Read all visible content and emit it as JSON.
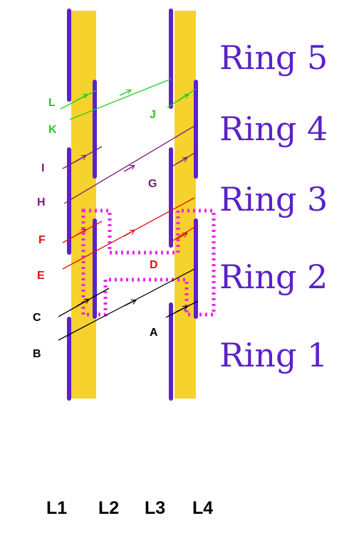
{
  "colors": {
    "band": "#f5d22c",
    "bar": "#5a22c8",
    "loop": "#ee22ee",
    "green": "#22cc22",
    "purple": "#7a1a7a",
    "red": "#dd1111",
    "black": "#000000"
  },
  "rings": [
    {
      "label": "Ring 5"
    },
    {
      "label": "Ring 4"
    },
    {
      "label": "Ring 3"
    },
    {
      "label": "Ring 2"
    },
    {
      "label": "Ring 1"
    }
  ],
  "lanes": [
    {
      "label": "L1"
    },
    {
      "label": "L2"
    },
    {
      "label": "L3"
    },
    {
      "label": "L4"
    }
  ],
  "point_labels": [
    {
      "text": "L",
      "color": "green"
    },
    {
      "text": "K",
      "color": "green"
    },
    {
      "text": "J",
      "color": "green"
    },
    {
      "text": "I",
      "color": "purple"
    },
    {
      "text": "H",
      "color": "purple"
    },
    {
      "text": "G",
      "color": "purple"
    },
    {
      "text": "F",
      "color": "red"
    },
    {
      "text": "E",
      "color": "red"
    },
    {
      "text": "D",
      "color": "red"
    },
    {
      "text": "C",
      "color": "black"
    },
    {
      "text": "B",
      "color": "black"
    },
    {
      "text": "A",
      "color": "black"
    }
  ]
}
